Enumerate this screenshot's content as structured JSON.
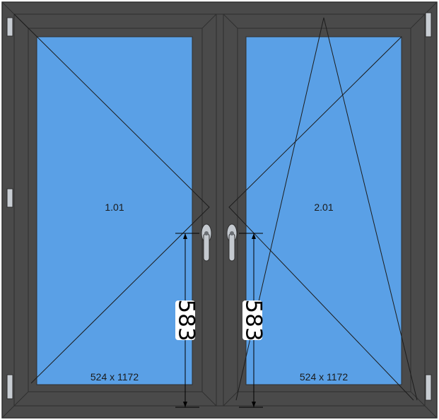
{
  "colors": {
    "frame": "#4a4a4a",
    "frame_edge": "#2f2f2f",
    "glass": "#5aa0e6",
    "hinge": "#c8cdd3",
    "handle": "#c4c9cf",
    "line": "#1c1c1c"
  },
  "icons": {
    "hinge": "hinge-icon",
    "handle": "window-handle-icon"
  },
  "sashes": [
    {
      "id": "1.01",
      "size": "524 x 1172",
      "opening": "side-hung"
    },
    {
      "id": "2.01",
      "size": "524 x 1172",
      "opening": "tilt-and-turn"
    }
  ],
  "dimensions": {
    "left_handle_height": "583",
    "right_handle_height": "583"
  }
}
